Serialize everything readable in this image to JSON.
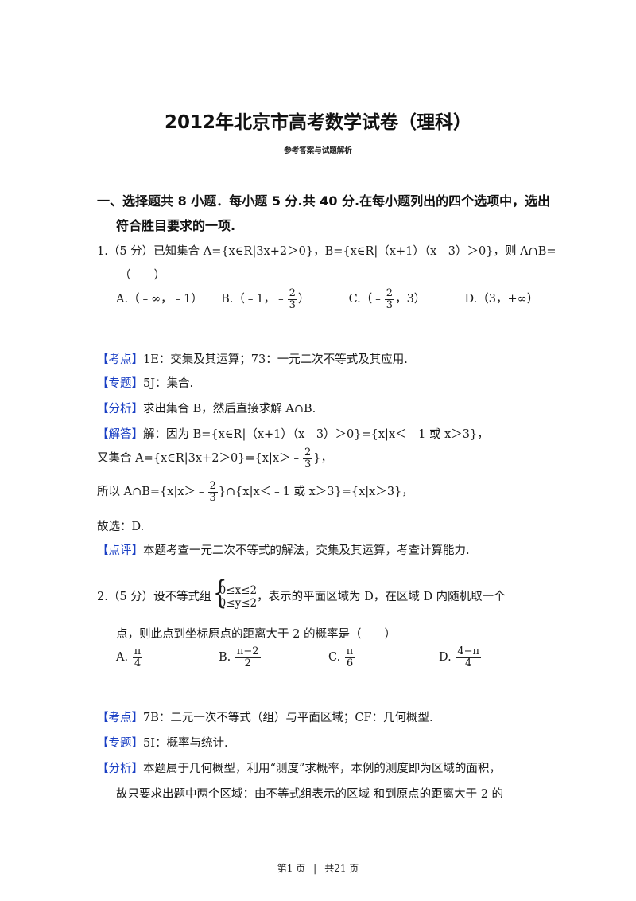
{
  "title": "2012年北京市高考数学试卷（理科）",
  "subtitle": "参考答案与试题解析",
  "section": {
    "line1": "一、选择题共 8 小题．每小题 5 分.共 40 分.在每小题列出的四个选项中，选出",
    "line2": "符合胜目要求的一项."
  },
  "q1": {
    "stem": "1.（5 分）已知集合 A={x∈R|3x+2＞0}，B={x∈R|（x+1）（x﹣3）＞0}，则 A∩B=",
    "paren": "（　　）",
    "optA": "A.（﹣∞，﹣1）",
    "optB_pre": "B.（﹣1，﹣",
    "optB_num": "2",
    "optB_den": "3",
    "optB_post": "）",
    "optC_pre": "C.（﹣",
    "optC_num": "2",
    "optC_den": "3",
    "optC_post": "，3）",
    "optD": "D.（3，+∞）"
  },
  "a1": {
    "kd_tag": "【考点】",
    "kd": "1E：交集及其运算；73：一元二次不等式及其应用.",
    "zt_tag": "【专题】",
    "zt": "5J：集合.",
    "fx_tag": "【分析】",
    "fx": "求出集合 B，然后直接求解 A∩B.",
    "jd_tag": "【解答】",
    "jd": "解：因为 B={x∈R|（x+1）（x﹣3）＞0}={x|x＜﹣1 或 x＞3}，",
    "l2_pre": "又集合 A={x∈R|3x+2＞0}={x|x＞﹣",
    "l2_num": "2",
    "l2_den": "3",
    "l2_post": "}，",
    "l3_pre": "所以 A∩B={x|x＞﹣",
    "l3_num": "2",
    "l3_den": "3",
    "l3_post": "}∩{x|x＜﹣1 或 x＞3}={x|x＞3}，",
    "gx": "故选：D.",
    "dp_tag": "【点评】",
    "dp": "本题考查一元二次不等式的解法，交集及其运算，考查计算能力."
  },
  "q2": {
    "stem_pre": "2.（5 分）设不等式组",
    "sys1": "0≤x≤2",
    "sys2": "0≤y≤2",
    "stem_post": "，表示的平面区域为 D，在区域 D 内随机取一个",
    "stem2": "点，则此点到坐标原点的距离大于 2 的概率是（　　）",
    "optA": "A.",
    "optA_num": "π",
    "optA_den": "4",
    "optB": "B.",
    "optB_num": "π−2",
    "optB_den": "2",
    "optC": "C.",
    "optC_num": "π",
    "optC_den": "6",
    "optD": "D.",
    "optD_num": "4−π",
    "optD_den": "4"
  },
  "a2": {
    "kd_tag": "【考点】",
    "kd": "7B：二元一次不等式（组）与平面区域；CF：几何概型.",
    "zt_tag": "【专题】",
    "zt": "5I：概率与统计.",
    "fx_tag": "【分析】",
    "fx": "本题属于几何概型，利用“测度”求概率，本例的测度即为区域的面积，",
    "fx2": "故只要求出题中两个区域：由不等式组表示的区域 和到原点的距离大于 2 的"
  },
  "footer": {
    "page": "第1 页",
    "sep": "|",
    "total": "共21 页"
  }
}
